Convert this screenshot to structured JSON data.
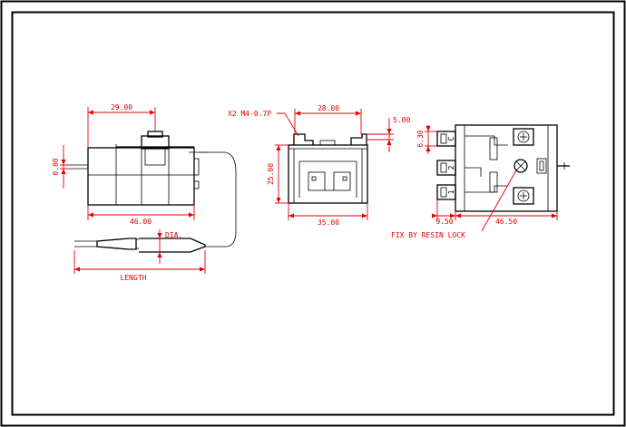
{
  "dimensions": {
    "top_width": "29.00",
    "body_width": "46.00",
    "height_side": "0.80",
    "dia": "DIA.",
    "length": "LENGTH",
    "mount_thread": "X2 M4-0.7P",
    "mount_spacing": "28.00",
    "front_height": "25.00",
    "front_width": "35.00",
    "offset": "5.00",
    "term_pitch": "6.30",
    "term_width": "9.50",
    "right_width": "46.50",
    "note": "FIX BY RESIN LOCK"
  },
  "terminals": [
    "C",
    "2",
    "1"
  ],
  "colors": {
    "dimension": "#e00000",
    "outline": "#000000"
  }
}
